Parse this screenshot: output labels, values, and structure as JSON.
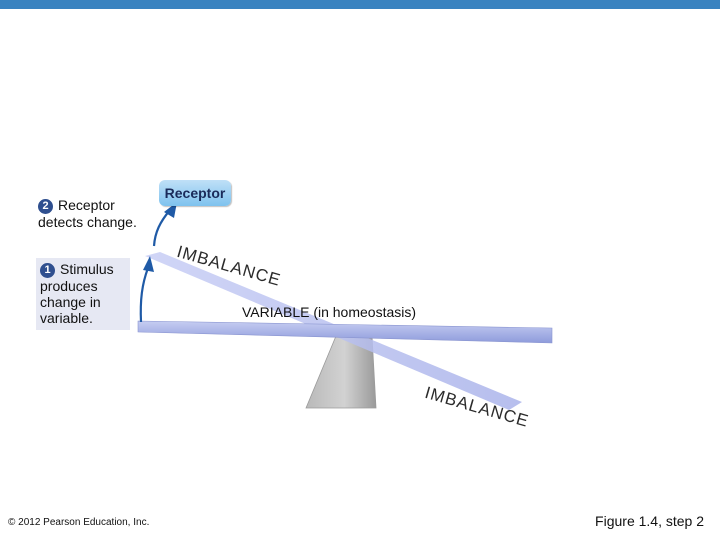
{
  "colors": {
    "top_bar": "#3a83c0",
    "arrow": "#1f5aa6",
    "receptor_fill": "#8ec9f0",
    "stimulus_box": "#e6e8f3",
    "beam": "#9aa6e0"
  },
  "step2": {
    "number": "2",
    "text_line1": "Receptor",
    "text_line2": "detects change."
  },
  "step1": {
    "number": "1",
    "text_line1": "Stimulus",
    "text_line2": "produces",
    "text_line3": "change in",
    "text_line4": "variable."
  },
  "receptor": {
    "label": "Receptor"
  },
  "variable": {
    "label": "VARIABLE (in homeostasis)"
  },
  "imbalance": {
    "top": "IMBALANCE",
    "bottom": "IMBALANCE"
  },
  "footer": {
    "copyright": "© 2012 Pearson Education, Inc.",
    "figure": "Figure 1.4, step 2"
  }
}
